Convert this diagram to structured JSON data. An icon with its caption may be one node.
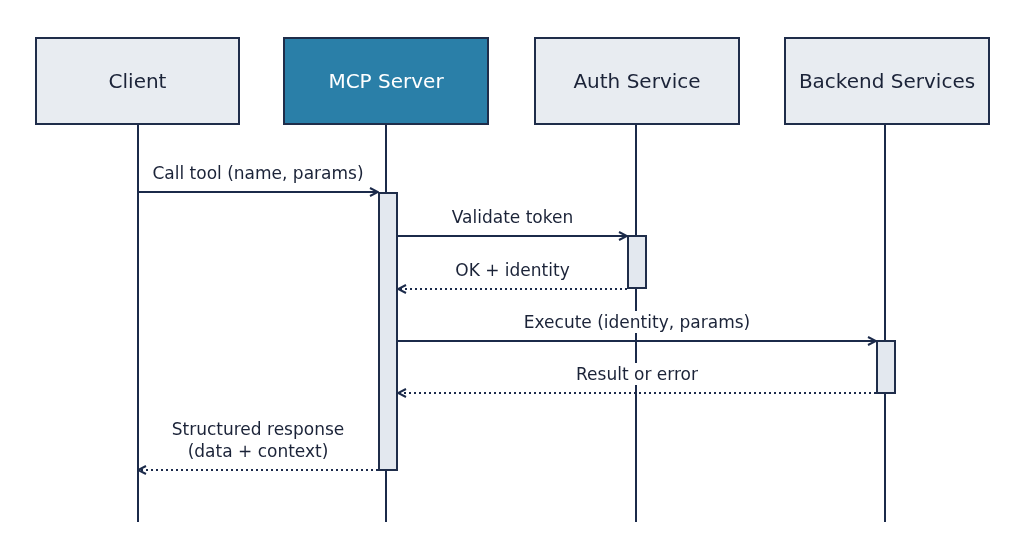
{
  "diagram": {
    "nodes": [
      {
        "text": [
          "Client"
        ]
      },
      {
        "text": [
          "MCP Server"
        ]
      },
      {
        "text": [
          "Auth Service"
        ]
      },
      {
        "text": [
          "Backend Services"
        ]
      },
      {
        "text": [],
        "shape": "bar"
      },
      {
        "text": [],
        "shape": "bar"
      },
      {
        "text": [],
        "shape": "bar"
      }
    ],
    "edges": [
      {
        "from": 0,
        "to": 4,
        "arrow": "to",
        "label": "Call tool (name, params)"
      },
      {
        "from": 4,
        "to": 5,
        "arrow": "to",
        "label": "Validate token"
      },
      {
        "from": 5,
        "to": 4,
        "arrow": "to",
        "label": "OK + identity",
        "style": "dashed"
      },
      {
        "from": 4,
        "to": 6,
        "arrow": "to",
        "label": "Execute (identity, params)"
      },
      {
        "from": 6,
        "to": 4,
        "arrow": "to",
        "label": "Result or error",
        "style": "dashed"
      },
      {
        "from": 4,
        "to": 0,
        "arrow": "to",
        "label": "Structured response (data + context)",
        "style": "dashed"
      }
    ]
  }
}
